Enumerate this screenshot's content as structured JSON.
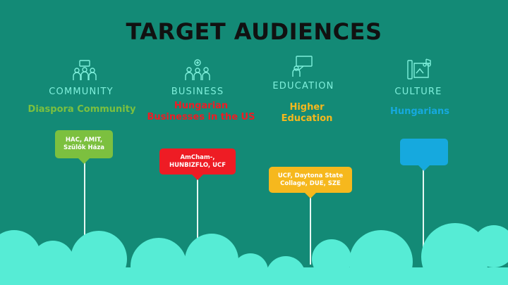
{
  "title": "TARGET AUDIENCES",
  "colors": {
    "background": "#138a76",
    "cloud": "#56ecd5",
    "label": "#7ff0dc",
    "green": "#7cc03f",
    "red": "#ee1c24",
    "yellow": "#f6b81d",
    "blue": "#16a9de"
  },
  "columns": [
    {
      "label": "COMMUNITY",
      "icon": "community-group-icon",
      "audience": "Diaspora Community",
      "bubble": "HAC, AMIT, Szülők Háza"
    },
    {
      "label": "BUSINESS",
      "icon": "business-people-icon",
      "audience": "Hungarian Businesses in the US",
      "bubble": "AmCham-, HUNBIZFLO, UCF"
    },
    {
      "label": "EDUCATION",
      "icon": "teacher-board-icon",
      "audience": "Higher Education",
      "bubble": "UCF, Daytona State Collage, DUE, SZE"
    },
    {
      "label": "CULTURE",
      "icon": "culture-arts-icon",
      "audience": "Hungarians",
      "bubble": ""
    }
  ]
}
